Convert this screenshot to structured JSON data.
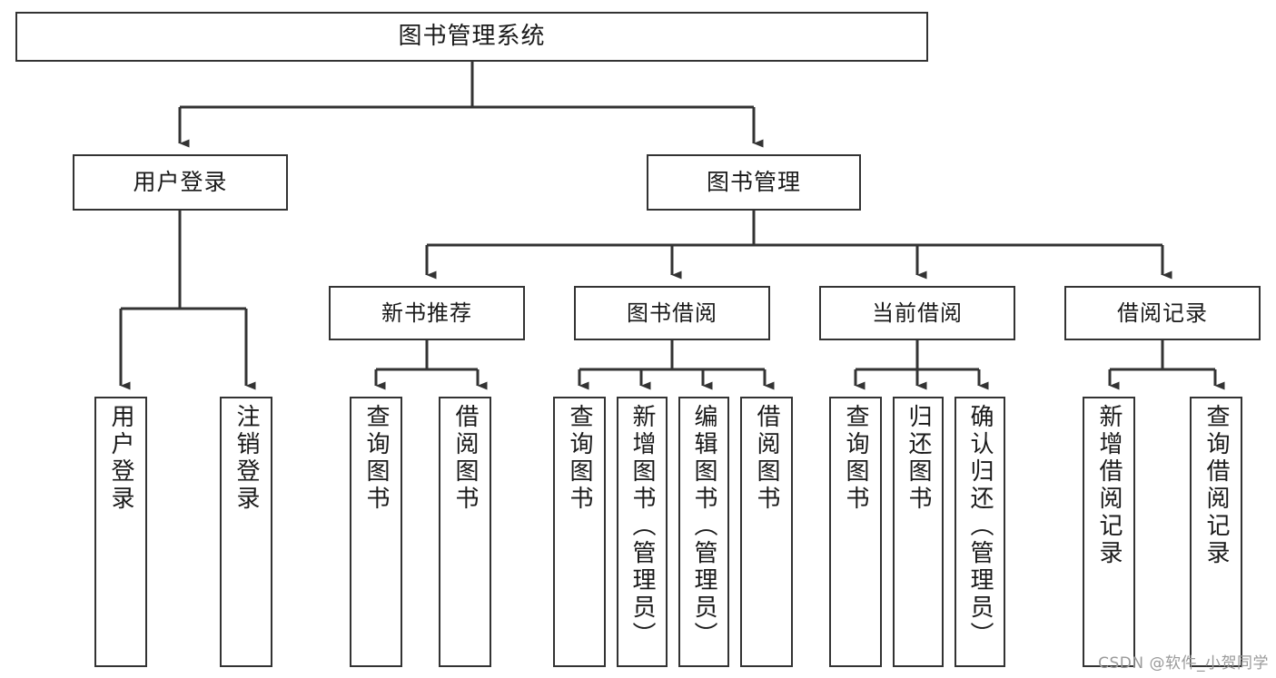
{
  "diagram": {
    "title": "图书管理系统",
    "type": "tree-hierarchy-chart",
    "watermark": "CSDN @软件_小贺同学",
    "colors": {
      "box_border": "#333333",
      "box_fill": "#ffffff",
      "connector": "#333333",
      "text": "#1a1a1a",
      "watermark": "#9a9a9a",
      "background": "#ffffff"
    },
    "nodes": {
      "root": {
        "label": "图书管理系统"
      },
      "level2": [
        {
          "id": "user-login",
          "label": "用户登录"
        },
        {
          "id": "book-manage",
          "label": "图书管理"
        }
      ],
      "level3": [
        {
          "id": "new-book-recommend",
          "label": "新书推荐"
        },
        {
          "id": "book-borrow",
          "label": "图书借阅"
        },
        {
          "id": "current-borrow",
          "label": "当前借阅"
        },
        {
          "id": "borrow-record",
          "label": "借阅记录"
        }
      ],
      "leaves": {
        "user-login": [
          {
            "id": "leaf-user-login",
            "label": "用户登录"
          },
          {
            "id": "leaf-logout",
            "label": "注销登录"
          }
        ],
        "new-book-recommend": [
          {
            "id": "leaf-query-book-1",
            "label": "查询图书"
          },
          {
            "id": "leaf-borrow-book-1",
            "label": "借阅图书"
          }
        ],
        "book-borrow": [
          {
            "id": "leaf-query-book-2",
            "label": "查询图书"
          },
          {
            "id": "leaf-add-book",
            "label": "新增图书（管理员）"
          },
          {
            "id": "leaf-edit-book",
            "label": "编辑图书（管理员）"
          },
          {
            "id": "leaf-borrow-book-2",
            "label": "借阅图书"
          }
        ],
        "current-borrow": [
          {
            "id": "leaf-query-book-3",
            "label": "查询图书"
          },
          {
            "id": "leaf-return-book",
            "label": "归还图书"
          },
          {
            "id": "leaf-confirm-return",
            "label": "确认归还（管理员）"
          }
        ],
        "borrow-record": [
          {
            "id": "leaf-add-record",
            "label": "新增借阅记录"
          },
          {
            "id": "leaf-query-record",
            "label": "查询借阅记录"
          }
        ]
      }
    }
  }
}
